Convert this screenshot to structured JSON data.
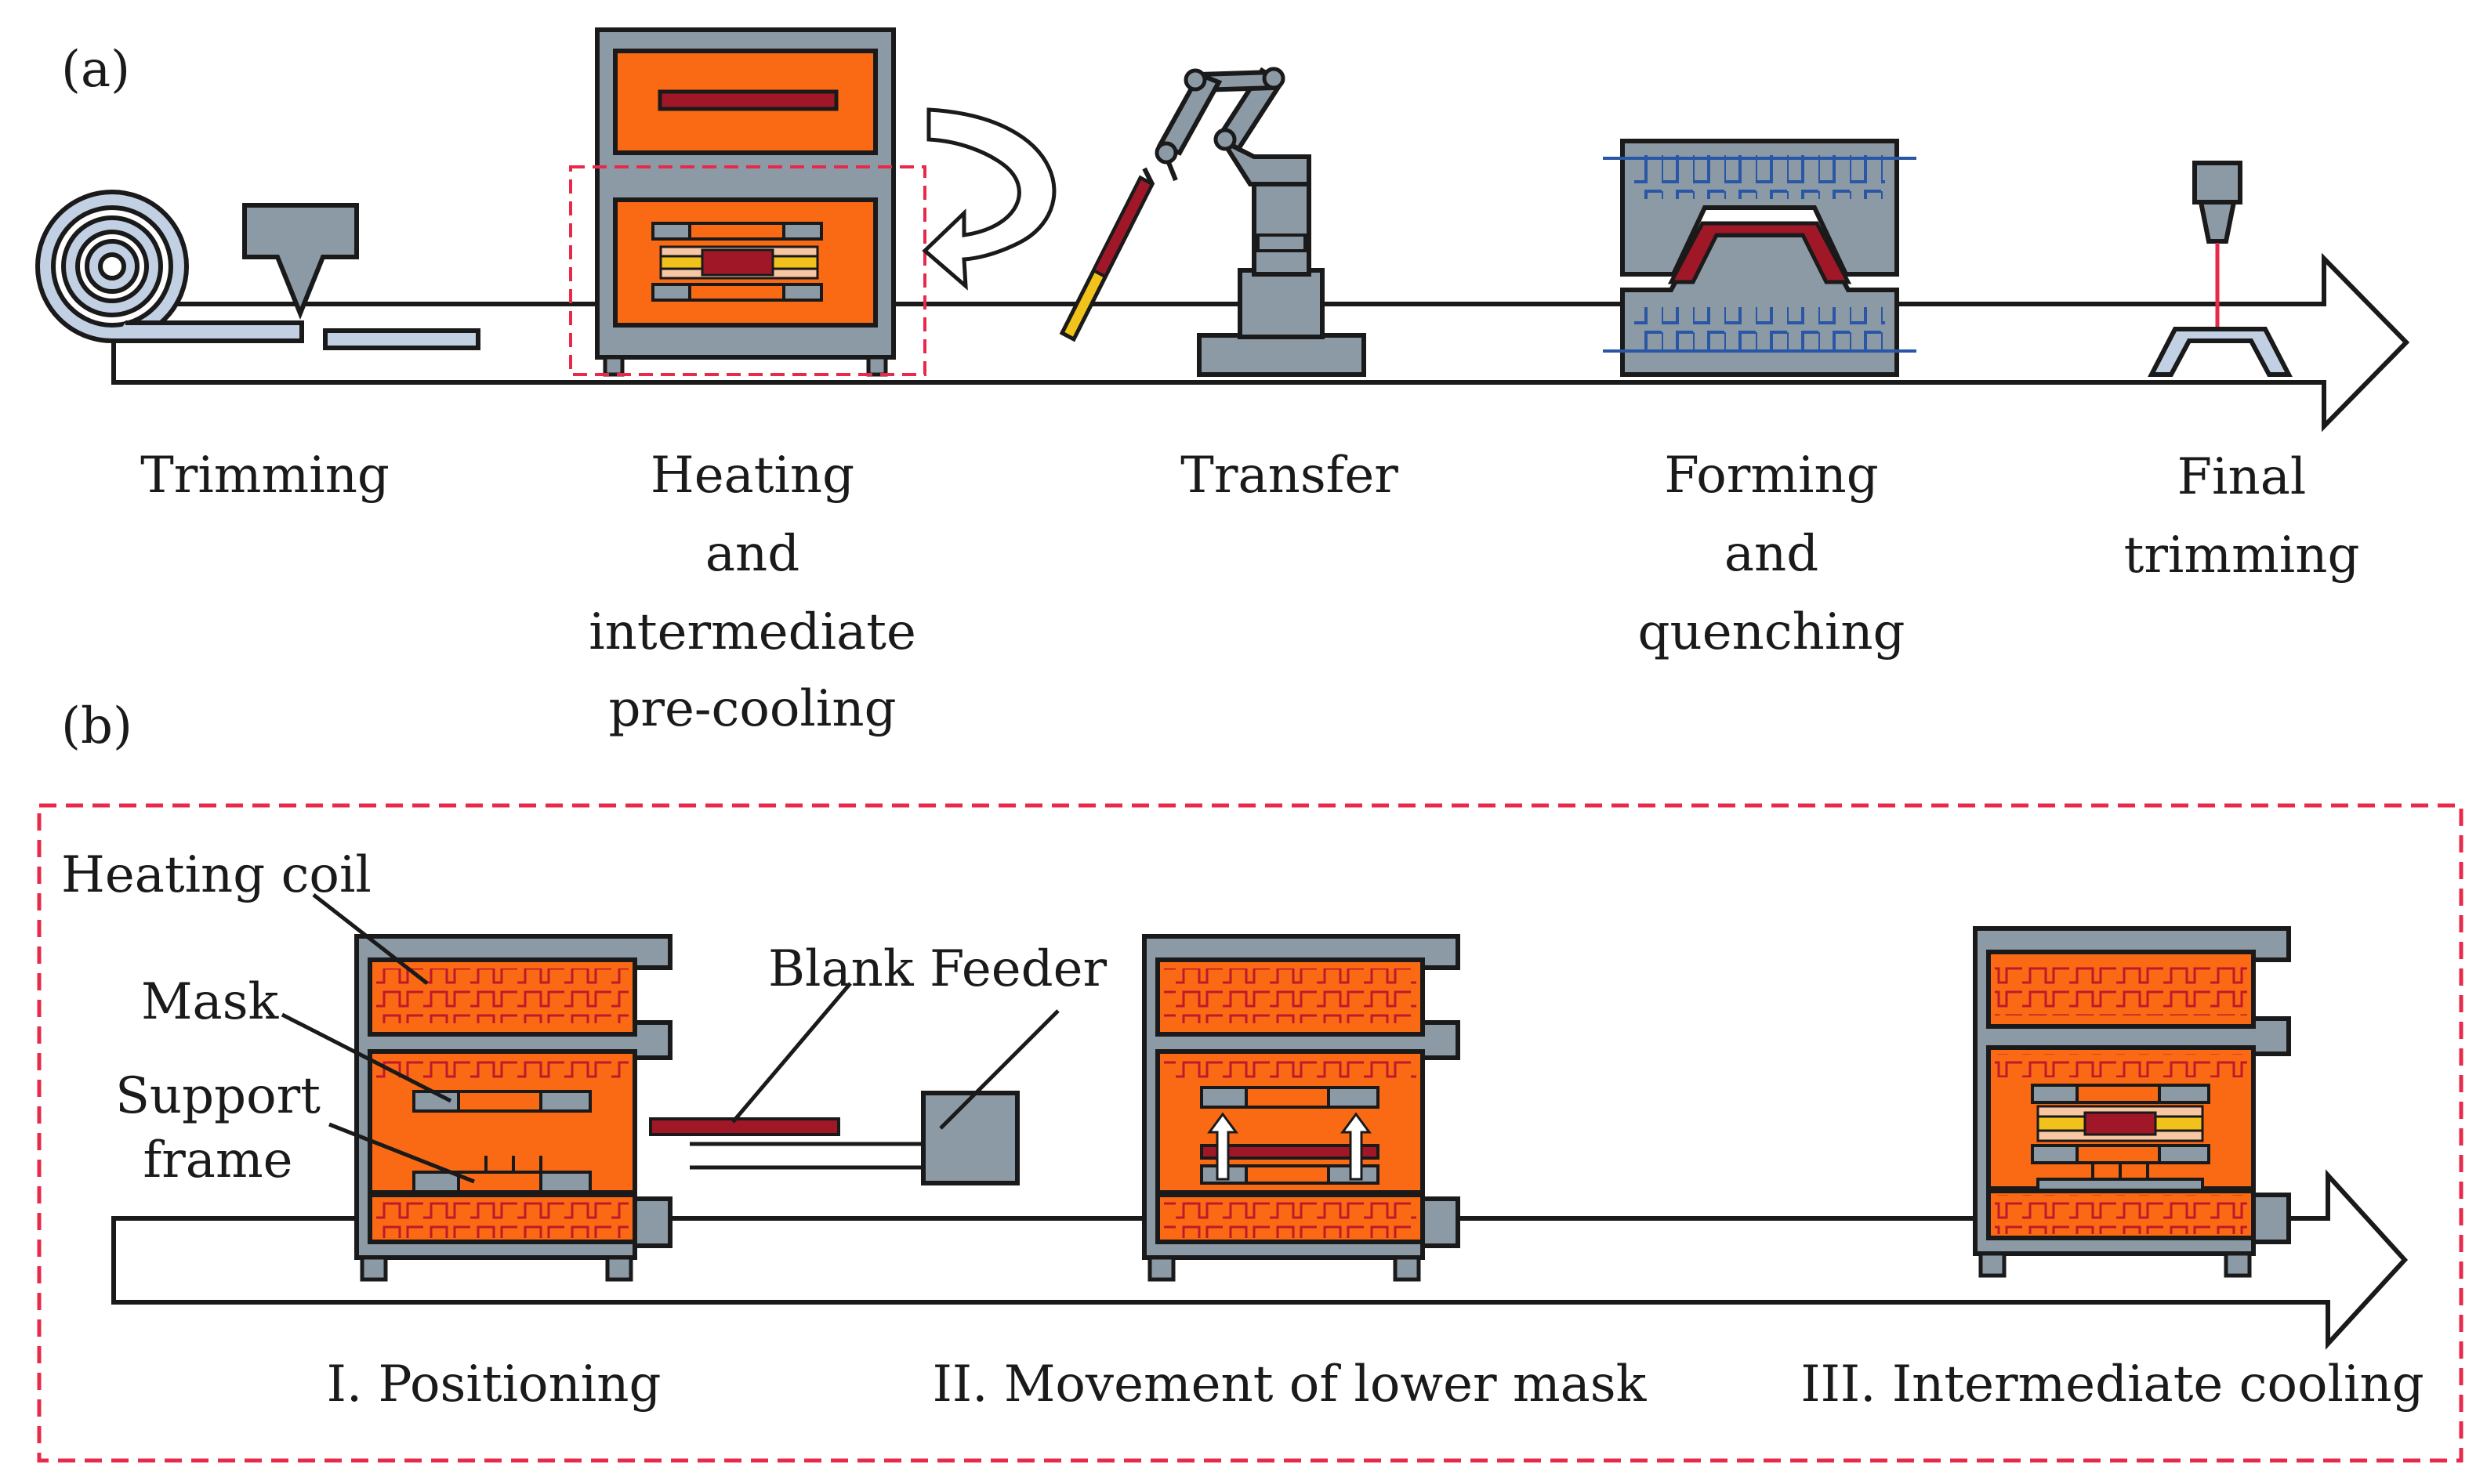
{
  "colors": {
    "gray": "#8c9aa6",
    "outline": "#1a1a1a",
    "orange": "#fa6a14",
    "coil": "#c0182c",
    "darkred": "#a01828",
    "yellow": "#f2c21c",
    "peach": "#f7c6a2",
    "lightblue": "#c2d0e4",
    "blue": "#2a56a6",
    "dashed": "#e8294a"
  },
  "panel_a": {
    "label": "(a)",
    "steps": {
      "trimming": "Trimming",
      "heating": [
        "Heating",
        "and",
        "intermediate",
        "pre-cooling"
      ],
      "transfer": "Transfer",
      "forming": [
        "Forming",
        "and",
        "quenching"
      ],
      "final": [
        "Final",
        "trimming"
      ]
    }
  },
  "panel_b": {
    "label": "(b)",
    "callouts": {
      "heating_coil": "Heating coil",
      "mask": "Mask",
      "support_frame": [
        "Support",
        "frame"
      ],
      "blank_feeder": "Blank Feeder"
    },
    "stages": {
      "stage1": "I. Positioning",
      "stage2": "II. Movement of lower mask",
      "stage3": "III. Intermediate cooling"
    }
  }
}
